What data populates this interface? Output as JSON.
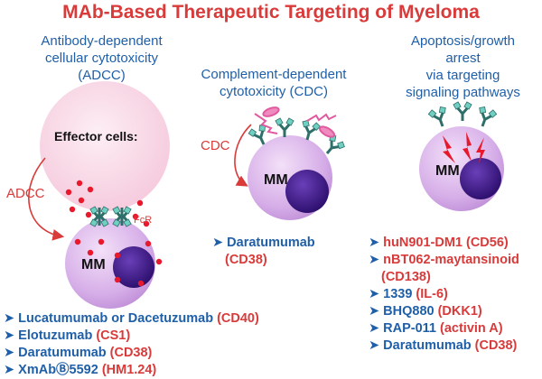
{
  "title": "MAb-Based Therapeutic Targeting of Myeloma",
  "mechanisms": {
    "adcc": [
      "Antibody-dependent",
      "cellular cytotoxicity",
      "(ADCC)"
    ],
    "cdc": [
      "Complement-dependent",
      "cytotoxicity (CDC)"
    ],
    "apoptosis": [
      "Apoptosis/growth",
      "arrest",
      "via targeting",
      "signaling pathways"
    ]
  },
  "labels": {
    "effector_cells": "Effector cells:",
    "adcc_arrow": "ADCC",
    "fcr": "FcR",
    "cdc_arrow": "CDC",
    "mm": "MM"
  },
  "colors": {
    "title_red": "#d93a3a",
    "heading_blue": "#1f5fa8",
    "cell_violet": "#dcb3ec",
    "nucleus": "#3a157f",
    "effector_pink": "#f8d7e4",
    "dots_red": "#e8192c"
  },
  "drugs_adcc": [
    {
      "name": "Lucatumumab or Dacetuzumab",
      "target": "(CD40)"
    },
    {
      "name": "Elotuzumab",
      "target": "(CS1)"
    },
    {
      "name": "Daratumumab",
      "target": "(CD38)"
    },
    {
      "name": "XmAbⒷ5592",
      "target": "(HM1.24)"
    }
  ],
  "drug_cdc": {
    "name": "Daratumumab",
    "target": "(CD38)"
  },
  "drugs_apoptosis": [
    {
      "name": "huN901-DM1",
      "target": "(CD56)",
      "name_color": "red"
    },
    {
      "name": "nBT062-maytansinoid",
      "target": "(CD138)",
      "name_color": "red"
    },
    {
      "name": "1339",
      "target": "(IL-6)",
      "name_color": "blue"
    },
    {
      "name": "BHQ880",
      "target": "(DKK1)",
      "name_color": "blue"
    },
    {
      "name": "RAP-011",
      "target": "(activin A)",
      "name_color": "blue"
    },
    {
      "name": "Daratumumab",
      "target": "(CD38)",
      "name_color": "blue"
    }
  ]
}
